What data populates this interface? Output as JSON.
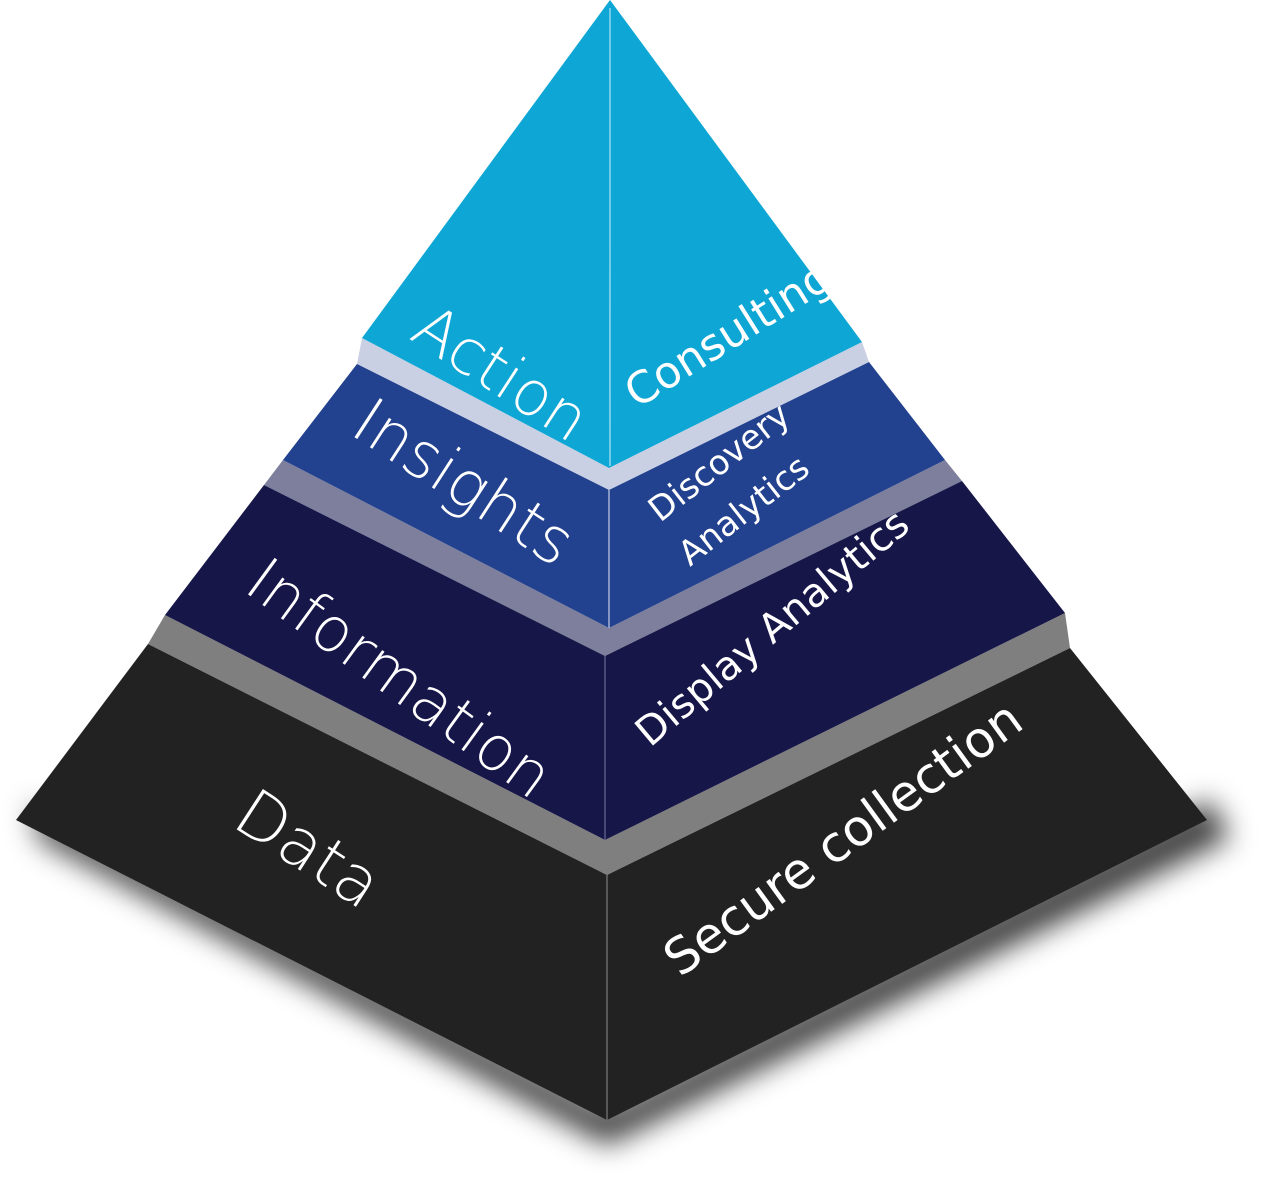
{
  "diagram": {
    "type": "pyramid",
    "layers": [
      {
        "id": "action",
        "level": 4,
        "title": "Action",
        "description_lines": [
          "Consulting"
        ],
        "face_color": "#0ea7d5",
        "ledge_color": "#c9d0e3",
        "edge_color": "#8fd6ee"
      },
      {
        "id": "insights",
        "level": 3,
        "title": "Insights",
        "description_lines": [
          "Discovery",
          "Analytics"
        ],
        "face_color": "#22418e",
        "ledge_color": "#7d7f9c",
        "edge_color": "#a6b3d6"
      },
      {
        "id": "information",
        "level": 2,
        "title": "Information",
        "description_lines": [
          "Display Analytics"
        ],
        "face_color": "#171648",
        "ledge_color": "#7f7f7f",
        "edge_color": "#5a5a86"
      },
      {
        "id": "data",
        "level": 1,
        "title": "Data",
        "description_lines": [
          "Secure collection"
        ],
        "face_color": "#222222",
        "ledge_color": null,
        "edge_color": "#6a6a6a"
      }
    ],
    "text_color": "#ffffff",
    "shadow_color": "#000000"
  }
}
